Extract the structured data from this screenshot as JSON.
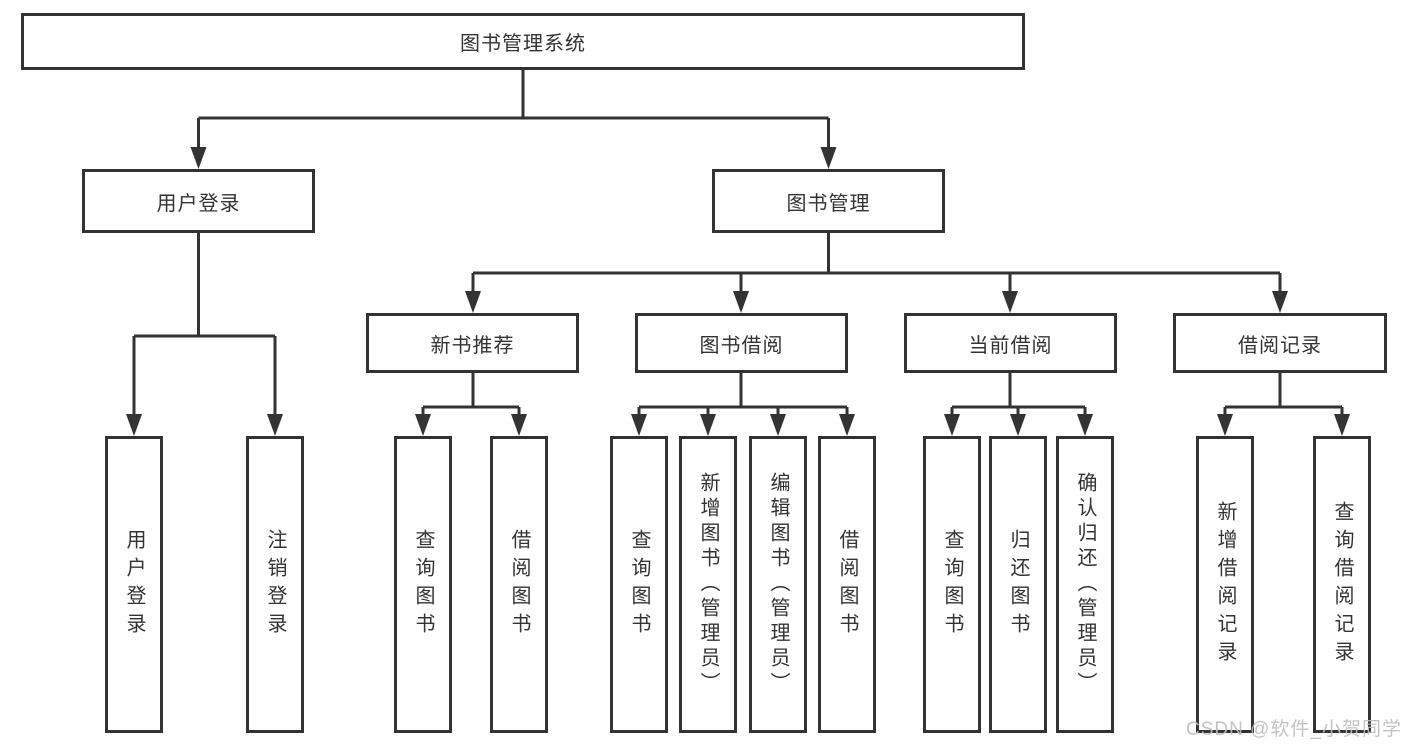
{
  "root": {
    "label": "图书管理系统"
  },
  "level2": [
    {
      "label": "用户登录"
    },
    {
      "label": "图书管理"
    }
  ],
  "level3": [
    {
      "label": "新书推荐"
    },
    {
      "label": "图书借阅"
    },
    {
      "label": "当前借阅"
    },
    {
      "label": "借阅记录"
    }
  ],
  "level4": {
    "user_login": [
      {
        "label": "用户登录"
      },
      {
        "label": "注销登录"
      }
    ],
    "new_book_recommend": [
      {
        "label": "查询图书"
      },
      {
        "label": "借阅图书"
      }
    ],
    "book_borrow": [
      {
        "label": "查询图书"
      },
      {
        "label": "新增图书（管理员）"
      },
      {
        "label": "编辑图书（管理员）"
      },
      {
        "label": "借阅图书"
      }
    ],
    "current_borrow": [
      {
        "label": "查询图书"
      },
      {
        "label": "归还图书"
      },
      {
        "label": "确认归还（管理员）"
      }
    ],
    "borrow_records": [
      {
        "label": "新增借阅记录"
      },
      {
        "label": "查询借阅记录"
      }
    ]
  },
  "watermark": "CSDN @软件_小贺同学",
  "colors": {
    "line": "#333333",
    "text": "#333333",
    "background": "#ffffff",
    "watermark": "#bebebe"
  }
}
